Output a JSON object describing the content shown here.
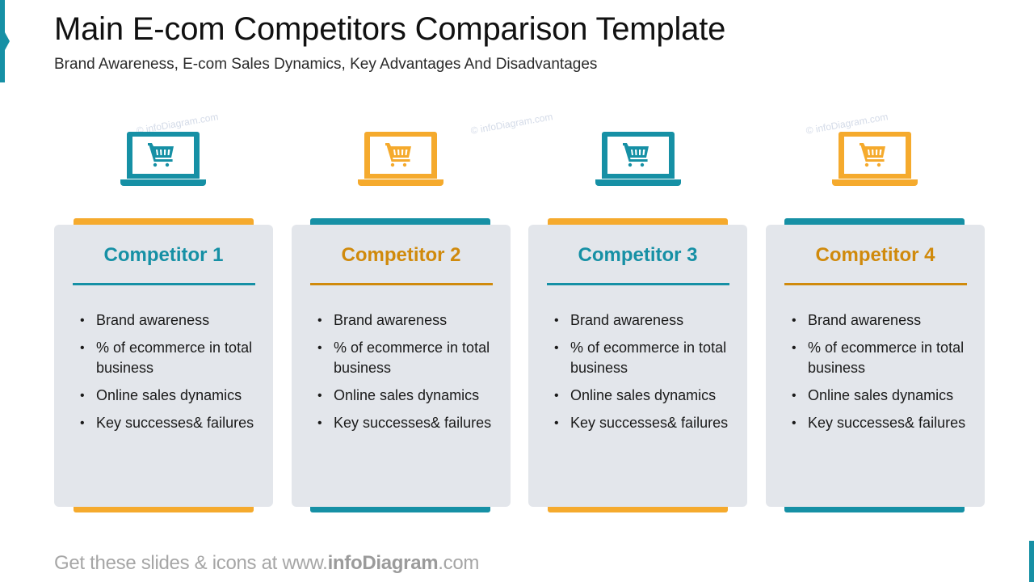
{
  "header": {
    "title": "Main E-com Competitors Comparison Template",
    "subtitle": "Brand Awareness, E-com Sales Dynamics, Key Advantages And Disadvantages"
  },
  "colors": {
    "teal": "#1690a5",
    "orange": "#f5aa2d",
    "orange_text": "#d08a0c",
    "card_bg": "#e3e6eb"
  },
  "watermark": "© infoDiagram.com",
  "competitors": [
    {
      "name": "Competitor 1",
      "icon": "laptop-shopping-cart-icon",
      "icon_color": "teal",
      "items": [
        "Brand awareness",
        "% of ecommerce in total business",
        "Online sales dynamics",
        "Key successes& failures"
      ]
    },
    {
      "name": "Competitor 2",
      "icon": "laptop-shopping-cart-icon",
      "icon_color": "orange",
      "items": [
        "Brand awareness",
        "% of ecommerce in total business",
        "Online sales dynamics",
        "Key successes& failures"
      ]
    },
    {
      "name": "Competitor 3",
      "icon": "laptop-shopping-cart-icon",
      "icon_color": "teal",
      "items": [
        "Brand awareness",
        "% of ecommerce in total business",
        "Online sales dynamics",
        "Key successes& failures"
      ]
    },
    {
      "name": "Competitor 4",
      "icon": "laptop-shopping-cart-icon",
      "icon_color": "orange",
      "items": [
        "Brand awareness",
        "% of ecommerce in total business",
        "Online sales dynamics",
        "Key successes& failures"
      ]
    }
  ],
  "footer": {
    "prefix": "Get these slides & icons at www.",
    "brand": "infoDiagram",
    "suffix": ".com"
  }
}
